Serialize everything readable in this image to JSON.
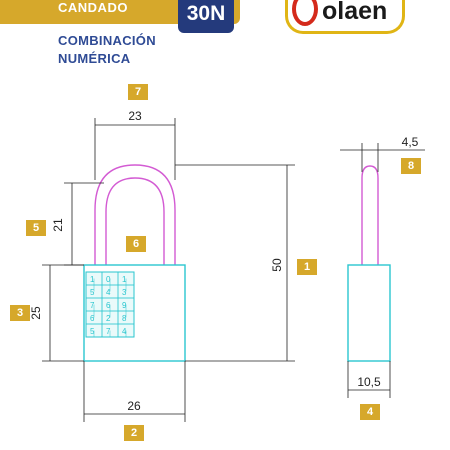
{
  "header": {
    "band_label": "CANDADO",
    "model": "30N",
    "brand": "olaen",
    "title_line1": "COMBINACIÓN",
    "title_line2": "NUMÉRICA"
  },
  "callouts": [
    "1",
    "2",
    "3",
    "4",
    "5",
    "6",
    "7",
    "8"
  ],
  "dimensions": {
    "shackle_width": "23",
    "shackle_height": "21",
    "total_height": "50",
    "body_height": "25",
    "body_width": "26",
    "body_depth": "10,5",
    "shackle_diameter": "4,5"
  },
  "dials": [
    "1",
    "0",
    "1",
    "5",
    "4",
    "3",
    "7",
    "6",
    "9",
    "6",
    "2",
    "8",
    "5",
    "7",
    "4"
  ],
  "colors": {
    "accent": "#d6a82b",
    "brand_blue": "#2f4b95",
    "shackle": "#d35bd3",
    "body": "#2ac6cf",
    "logo_red": "#d42a1b"
  }
}
